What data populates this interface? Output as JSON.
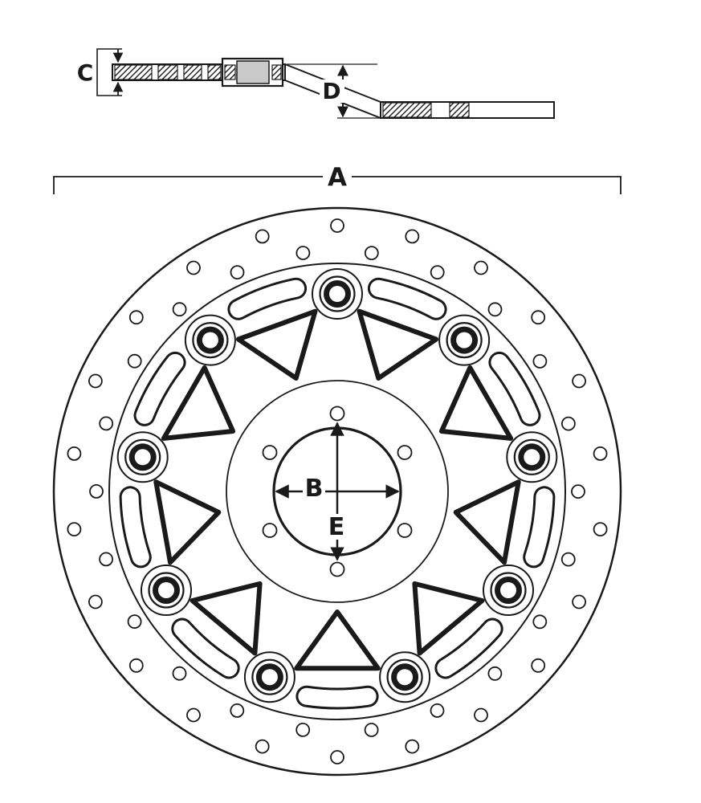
{
  "drawing": {
    "background": "#ffffff",
    "line_color": "#1a1a1a",
    "hub_fill": "#c9c9c9",
    "labels": {
      "a": "A",
      "b": "B",
      "c": "C",
      "d": "D",
      "e": "E"
    }
  }
}
